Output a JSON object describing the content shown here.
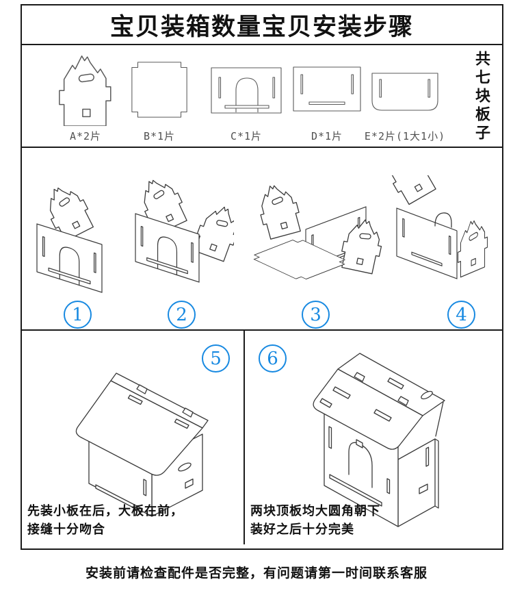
{
  "title": "宝贝装箱数量宝贝安装步骤",
  "parts": {
    "side_note": "共七块板子",
    "items": [
      {
        "id": "A",
        "label": "A*2片"
      },
      {
        "id": "B",
        "label": "B*1片"
      },
      {
        "id": "C",
        "label": "C*1片"
      },
      {
        "id": "D",
        "label": "D*1片"
      },
      {
        "id": "E",
        "label": "E*2片(1大1小)"
      }
    ]
  },
  "steps": [
    {
      "num": "1"
    },
    {
      "num": "2"
    },
    {
      "num": "3"
    },
    {
      "num": "4"
    },
    {
      "num": "5",
      "caption": [
        "先装小板在后，大板在前，",
        "接缝十分吻合"
      ]
    },
    {
      "num": "6",
      "caption": [
        "两块顶板均大圆角朝下",
        "装好之后十分完美"
      ]
    }
  ],
  "footer": "安装前请检查配件是否完整，有问题请第一时间联系客服",
  "colors": {
    "step_badge_blue": "#1789e1",
    "line_art_gray": "#3a3a3a",
    "border_black": "#1a1a1a"
  }
}
